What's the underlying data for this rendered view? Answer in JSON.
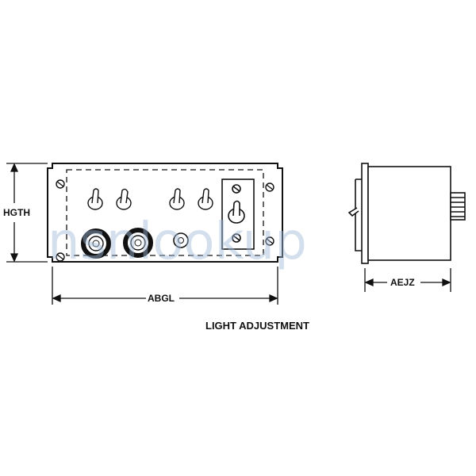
{
  "labels": {
    "height": "HGTH",
    "length": "ABGL",
    "depth": "AEJZ"
  },
  "caption": "LIGHT ADJUSTMENT",
  "watermark": "nsnlookup",
  "colors": {
    "ink": "#111111",
    "watermark": "#9fb9d8"
  }
}
